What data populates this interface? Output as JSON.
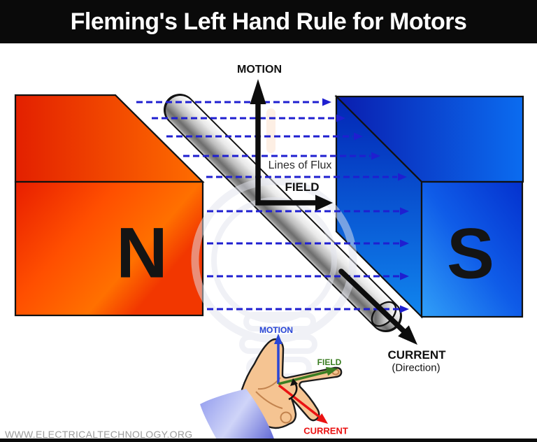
{
  "title": "Fleming's Left Hand Rule for Motors",
  "magnets": {
    "north_label": "N",
    "south_label": "S"
  },
  "diagram_labels": {
    "motion": "MOTION",
    "lines_of_flux": "Lines of Flux",
    "field": "FIELD",
    "current": "CURRENT",
    "current_direction": "(Direction)"
  },
  "hand_inset_labels": {
    "motion": "MOTION",
    "field": "FIELD",
    "current": "CURRENT"
  },
  "footer": {
    "website": "WWW.ELECTRICALTECHNOLOGY.ORG"
  },
  "colors": {
    "title_bar": "#0a0a0a",
    "flux_line_blue": "#1f1fd0",
    "north_magnet_red": "#ee2200",
    "north_magnet_orange": "#ff6a00",
    "south_magnet_blue": "#0d6ef2",
    "south_magnet_dark_blue": "#0223b2",
    "arrow_black": "#0d0d0d",
    "hand_motion_blue": "#2946d6",
    "hand_field_green": "#3a7d22",
    "hand_current_red": "#ea1212",
    "rod_gray": "#bcbcbc"
  }
}
